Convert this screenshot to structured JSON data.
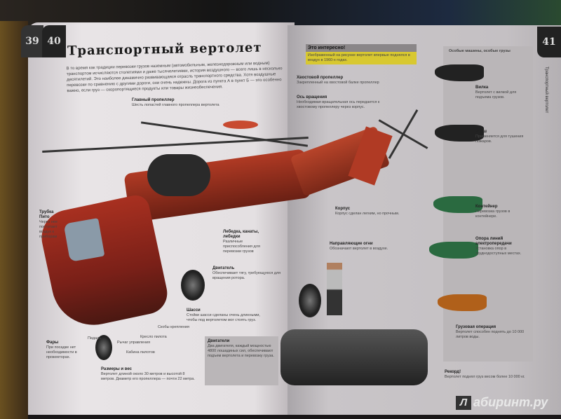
{
  "left_page": {
    "page_number": "40",
    "prev_page_number": "39",
    "title": "Транспортный вертолет",
    "intro": "В то время как традиции перевозки грузов наземным (автомобильным, железнодорожным или водным) транспортом исчисляются столетиями и даже тысячелетиями, история воздушного — всего лишь в несколько десятилетий. Это наиболее динамично развивающаяся отрасль транспортного средства. Хотя воздушные перевозки по сравнению с другими дороги, они очень надежны. Дорога из пункта А в пункт Б — это особенно важно, если груз — скоропортящиеся продукты или товары жизнеобеспечения.",
    "labels": [
      {
        "title": "Главный пропеллер",
        "text": "Шесть лопастей главного пропеллера вертолета"
      },
      {
        "title": "Трубка Пито",
        "text": "Через нее поступает воздух к приборам"
      },
      {
        "title": "Лебедка, канаты, лебедки",
        "text": "Различные приспособления для перевозки грузов"
      },
      {
        "title": "Двигатель",
        "text": "Обеспечивает тягу, требующуюся для вращения ротора."
      },
      {
        "title": "Шасси",
        "text": "Стойки шасси сделаны очень длинными, чтобы под вертолетом мог стоять груз."
      },
      {
        "title": "Фары",
        "text": "При посадке нет необходимости в прожекторах."
      },
      {
        "title": "Размеры и вес",
        "text": "Вертолет длиной около 30 метров и высотой 8 метров. Диаметр его пропеллера — почти 22 метра."
      }
    ],
    "callouts": [
      "Скобы крепления",
      "Кресло пилота",
      "Рычаг управления",
      "Педаль",
      "Кабина пилотов"
    ],
    "engine_box": {
      "title": "Двигатели",
      "text": "Два двигателя, каждый мощностью 4800 лошадиных сил, обеспечивают подъем вертолета и перевозку груза."
    }
  },
  "right_page": {
    "page_number": "41",
    "running_head": "Транспортный вертолет",
    "fact_box": {
      "title": "Это интересно!",
      "text": "Изображенный на рисунке вертолет впервые поднялся в воздух в 1960-х годах."
    },
    "labels": [
      {
        "title": "Хвостовой пропеллер",
        "text": "Закрепленный на хвостовой балке пропеллер"
      },
      {
        "title": "Ось вращения",
        "text": "Необходимая вращательная ось передается к хвостовому пропеллеру через корпус."
      },
      {
        "title": "Корпус",
        "text": "Корпус сделан легким, но прочным."
      },
      {
        "title": "Направляющие огни",
        "text": "Обозначают вертолет в воздухе."
      }
    ],
    "sidebar": {
      "title": "Особые машины, особые грузы",
      "items": [
        {
          "title": "Вилка",
          "text": "Вертолет с вилкой для подъема грузов."
        },
        {
          "title": "Ковш",
          "text": "Применяется для тушения пожаров."
        },
        {
          "title": "Контейнер",
          "text": "Перевозка грузов в контейнере."
        },
        {
          "title": "Опора линий электропередачи",
          "text": "Установка опор в труднодоступных местах."
        },
        {
          "title": "Грузовая операция",
          "text": "Вертолет способен поднять до 10 000 литров воды."
        }
      ]
    },
    "record": {
      "title": "Рекорд!",
      "text": "Вертолет поднял груз весом более 10 000 кг."
    }
  },
  "watermark": "абиринт.ру",
  "watermark_logo": "Л",
  "colors": {
    "helicopter": "#a83020",
    "fact_box": "#d8c830",
    "tab": "#222222"
  }
}
